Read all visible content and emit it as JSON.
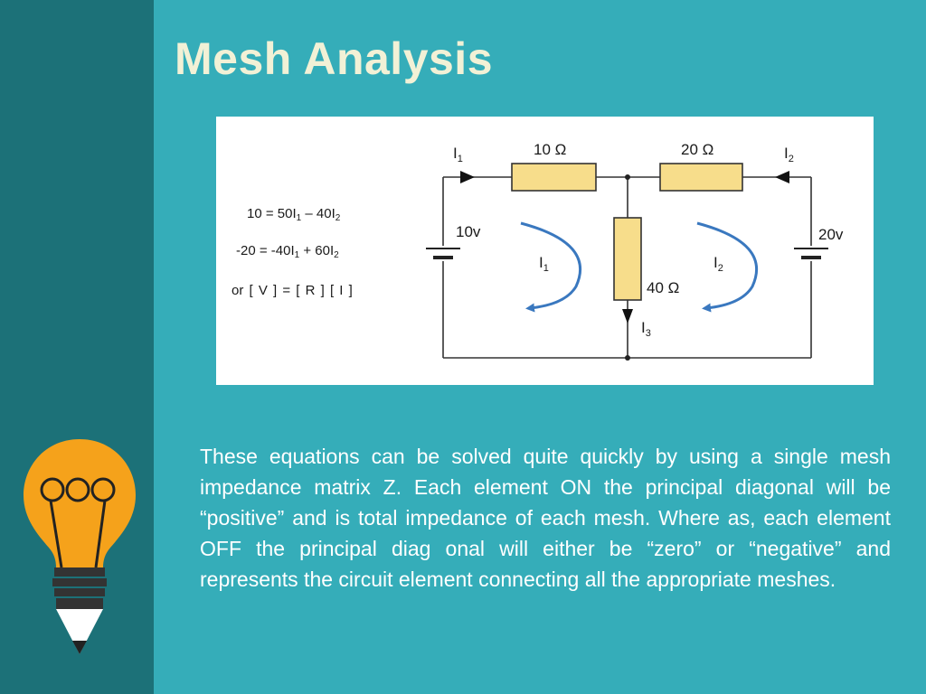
{
  "slide": {
    "title": "Mesh Analysis",
    "description": "These equations can be solved quite quickly by using a single mesh impedance matrix Z. Each element ON the principal diagonal will be “positive” and is total impedance of each mesh. Where as, each element OFF  the principal diag onal will either be “zero” or “negative” and represents  the circuit element connecting all the appropriate meshes."
  },
  "equations": {
    "eq1": {
      "lhs": "10 = 50I",
      "s1": "1",
      "mid": " – 40I",
      "s2": "2"
    },
    "eq2": {
      "lhs": "-20 = -40I",
      "s1": "1",
      "mid": " + 60I",
      "s2": "2"
    },
    "eq3": "or  [ V ] = [ R ] [ I ]"
  },
  "circuit": {
    "r1": "10 Ω",
    "r2": "20 Ω",
    "r3": "40 Ω",
    "v1": "10v",
    "v2": "20v",
    "i1_top": {
      "base": "I",
      "sub": "1"
    },
    "i2_top": {
      "base": "I",
      "sub": "2"
    },
    "i1_loop": {
      "base": "I",
      "sub": "1"
    },
    "i2_loop": {
      "base": "I",
      "sub": "2"
    },
    "i3": {
      "base": "I",
      "sub": "3"
    }
  },
  "colors": {
    "background": "#35adb9",
    "left_band": "#1c7178",
    "title": "#f2f1d6",
    "resistor_fill": "#f7dd8b",
    "loop_arrow": "#3a78bf",
    "bulb": "#f5a21b"
  }
}
